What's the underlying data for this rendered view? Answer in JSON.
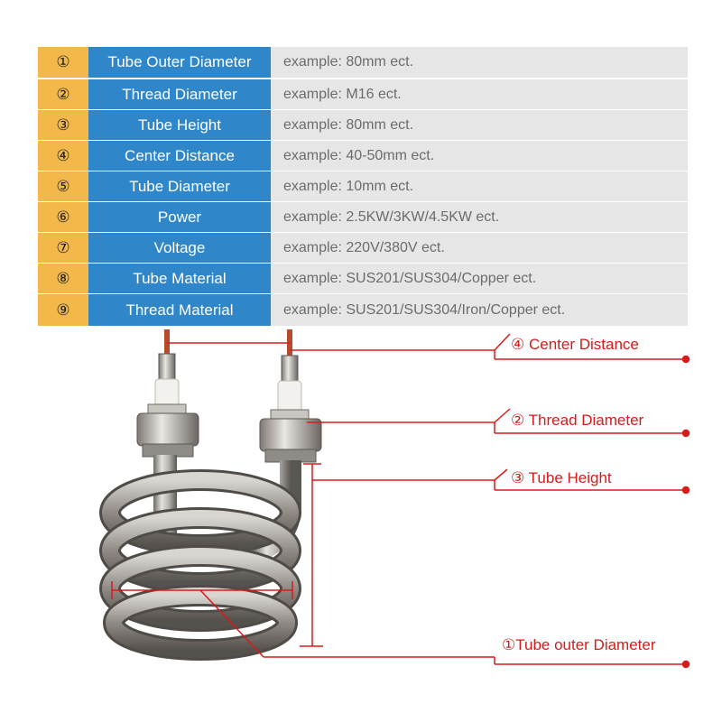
{
  "table": {
    "rows": [
      {
        "num": "①",
        "label": "Tube Outer Diameter",
        "value": "example: 80mm ect."
      },
      {
        "num": "②",
        "label": "Thread Diameter",
        "value": "example: M16 ect."
      },
      {
        "num": "③",
        "label": "Tube Height",
        "value": "example: 80mm ect."
      },
      {
        "num": "④",
        "label": "Center Distance",
        "value": "example: 40-50mm ect."
      },
      {
        "num": "⑤",
        "label": "Tube Diameter",
        "value": "example: 10mm ect."
      },
      {
        "num": "⑥",
        "label": "Power",
        "value": "example: 2.5KW/3KW/4.5KW ect."
      },
      {
        "num": "⑦",
        "label": "Voltage",
        "value": "example: 220V/380V ect."
      },
      {
        "num": "⑧",
        "label": "Tube Material",
        "value": "example: SUS201/SUS304/Copper ect."
      },
      {
        "num": "⑨",
        "label": "Thread Material",
        "value": "example: SUS201/SUS304/Iron/Copper ect."
      }
    ]
  },
  "callouts": {
    "center_distance": "④ Center Distance",
    "thread_diameter": "② Thread Diameter",
    "tube_height": "③ Tube Height",
    "tube_outer_diameter": "①Tube outer Diameter"
  },
  "colors": {
    "number_cell": "#f2b84b",
    "label_cell": "#2f86c9",
    "value_cell": "#e6e6e6",
    "callout_red": "#d81a1a"
  }
}
